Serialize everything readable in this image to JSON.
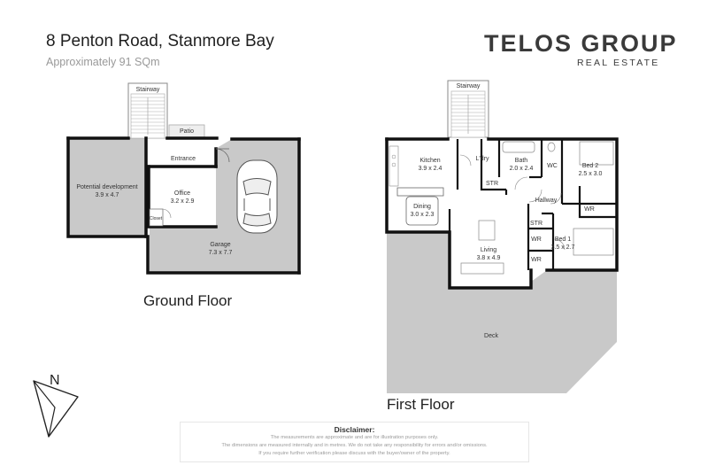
{
  "header": {
    "address": "8 Penton Road, Stanmore Bay",
    "area": "Approximately 91 SQm"
  },
  "brand": {
    "name": "TELOS GROUP",
    "subtitle": "REAL ESTATE"
  },
  "ground_floor": {
    "title": "Ground Floor",
    "stairway": "Stairway",
    "patio": "Patio",
    "entrance": "Entrance",
    "potential": {
      "name": "Potential development",
      "dims": "3.9 x 4.7"
    },
    "office": {
      "name": "Office",
      "dims": "3.2 x 2.9"
    },
    "closet": "Closet",
    "garage": {
      "name": "Garage",
      "dims": "7.3 x 7.7"
    }
  },
  "first_floor": {
    "title": "First Floor",
    "stairway": "Stairway",
    "kitchen": {
      "name": "Kitchen",
      "dims": "3.9 x 2.4"
    },
    "laundry": "L'dry",
    "bath": {
      "name": "Bath",
      "dims": "2.0 x 2.4"
    },
    "wc": "WC",
    "bed2": {
      "name": "Bed 2",
      "dims": "2.5 x 3.0"
    },
    "str_upper": "STR",
    "dining": {
      "name": "Dining",
      "dims": "3.0 x 2.3"
    },
    "hallway": "Hallway",
    "wr_bed2": "WR",
    "wr_mid": "WR",
    "str_lower": "STR",
    "bed1": {
      "name": "Bed 1",
      "dims": "3.5 x 2.7"
    },
    "wr_lower": "WR",
    "living": {
      "name": "Living",
      "dims": "3.8 x 4.9"
    },
    "deck": "Deck"
  },
  "compass": {
    "label": "N"
  },
  "disclaimer": {
    "title": "Disclaimer:",
    "lines": [
      "The measurements are approximate and are for illustration purposes only.",
      "The dimensions are measured internally and in metres. We do not take any responsibility for errors and/or omissions.",
      "If you require further verification please discuss with the buyer/owner of the property."
    ]
  },
  "colors": {
    "wall": "#111111",
    "shaded_area": "#c9c9c9",
    "brand_text": "#3a3a3a",
    "muted_text": "#999999"
  }
}
